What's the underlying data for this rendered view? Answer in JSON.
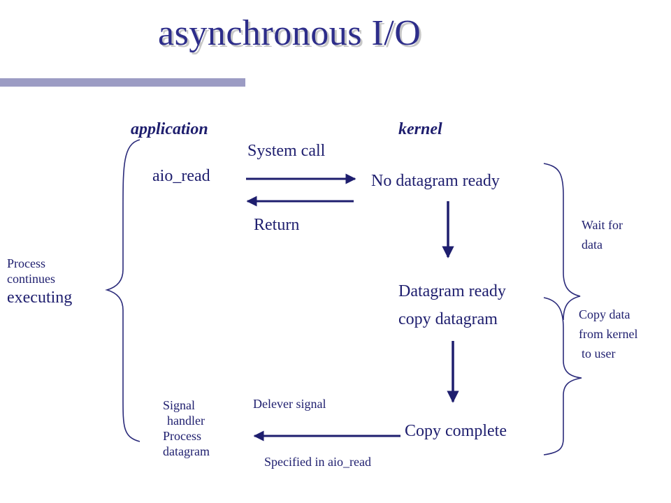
{
  "title": "asynchronous I/O",
  "colors": {
    "ink": "#1e1e6e",
    "title": "#2d2d8a",
    "bar": "#9c9cc4",
    "brace": "#2a2a7a"
  },
  "headers": {
    "application": "application",
    "kernel": "kernel"
  },
  "labels": {
    "system_call": "System call",
    "aio_read": "aio_read",
    "no_datagram_ready": "No datagram ready",
    "return": "Return",
    "datagram_ready": "Datagram ready",
    "copy_datagram": "copy datagram",
    "copy_complete": "Copy complete",
    "delever_signal": "Delever signal",
    "specified_in_aio_read": "Specified in aio_read"
  },
  "left_note": {
    "line1": "Process",
    "line2": "continues",
    "line3": "executing"
  },
  "signal_note": {
    "line1": "Signal",
    "line2": "handler",
    "line3": "Process",
    "line4": "datagram"
  },
  "right_notes": {
    "wait": {
      "line1": "Wait for",
      "line2": "data"
    },
    "copy": {
      "line1": "Copy data",
      "line2": "from kernel",
      "line3": "to user"
    }
  }
}
